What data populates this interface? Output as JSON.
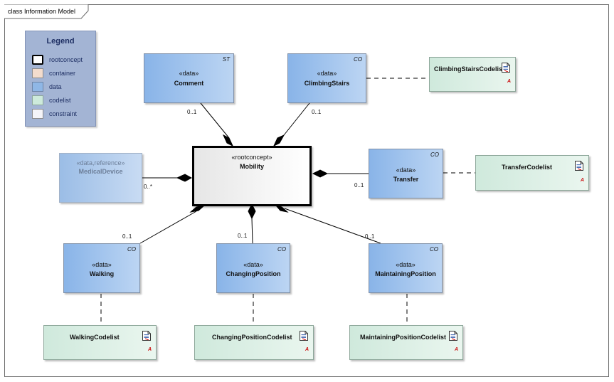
{
  "frame": {
    "title": "class Information Model"
  },
  "legend": {
    "title": "Legend",
    "items": [
      {
        "label": "rootconcept",
        "color": "#ffffff",
        "border": "#000000"
      },
      {
        "label": "container",
        "color": "#f3dccd",
        "border": "#8d8d8d"
      },
      {
        "label": "data",
        "color": "#8fb7e6",
        "border": "#6f86a8"
      },
      {
        "label": "codelist",
        "color": "#cdeadb",
        "border": "#8da79a"
      },
      {
        "label": "constraint",
        "color": "#f4f4f8",
        "border": "#8d8d8d"
      }
    ]
  },
  "root": {
    "stereotype": "«rootconcept»",
    "name": "Mobility"
  },
  "data_classes": {
    "comment": {
      "stereotype": "«data»",
      "name": "Comment",
      "tag": "ST"
    },
    "climbing": {
      "stereotype": "«data»",
      "name": "ClimbingStairs",
      "tag": "CO"
    },
    "device": {
      "stereotype": "«data,reference»",
      "name": "MedicalDevice",
      "tag": ""
    },
    "transfer": {
      "stereotype": "«data»",
      "name": "Transfer",
      "tag": "CO"
    },
    "walking": {
      "stereotype": "«data»",
      "name": "Walking",
      "tag": "CO"
    },
    "changing": {
      "stereotype": "«data»",
      "name": "ChangingPosition",
      "tag": "CO"
    },
    "maintaining": {
      "stereotype": "«data»",
      "name": "MaintainingPosition",
      "tag": "CO"
    }
  },
  "codelists": {
    "climbing": {
      "name": "ClimbingStairsCodelist",
      "mark": "A"
    },
    "transfer": {
      "name": "TransferCodelist",
      "mark": "A"
    },
    "walking": {
      "name": "WalkingCodelist",
      "mark": "A"
    },
    "changing": {
      "name": "ChangingPositionCodelist",
      "mark": "A"
    },
    "maintaining": {
      "name": "MaintainingPositionCodelist",
      "mark": "A"
    }
  },
  "multiplicities": {
    "comment": "0..1",
    "climbing": "0..1",
    "device": "0..*",
    "transfer": "0..1",
    "walking": "0..1",
    "changing": "0..1",
    "maintaining": "0..1"
  }
}
